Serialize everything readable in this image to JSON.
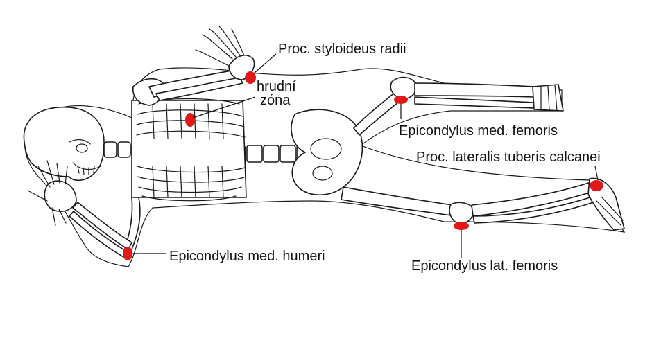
{
  "labels": {
    "styloideus": "Proc. styloideus radii",
    "hrudni_1": "hrudní",
    "hrudni_2": "zóna",
    "epic_med_femoris": "Epicondylus med. femoris",
    "proc_lat_calcanei": "Proc. lateralis tuberis calcanei",
    "epic_med_humeri": "Epicondylus med. humeri",
    "epic_lat_femoris": "Epicondylus lat. femoris"
  },
  "colors": {
    "marker": "#e01818",
    "line": "#1a1a1a"
  }
}
